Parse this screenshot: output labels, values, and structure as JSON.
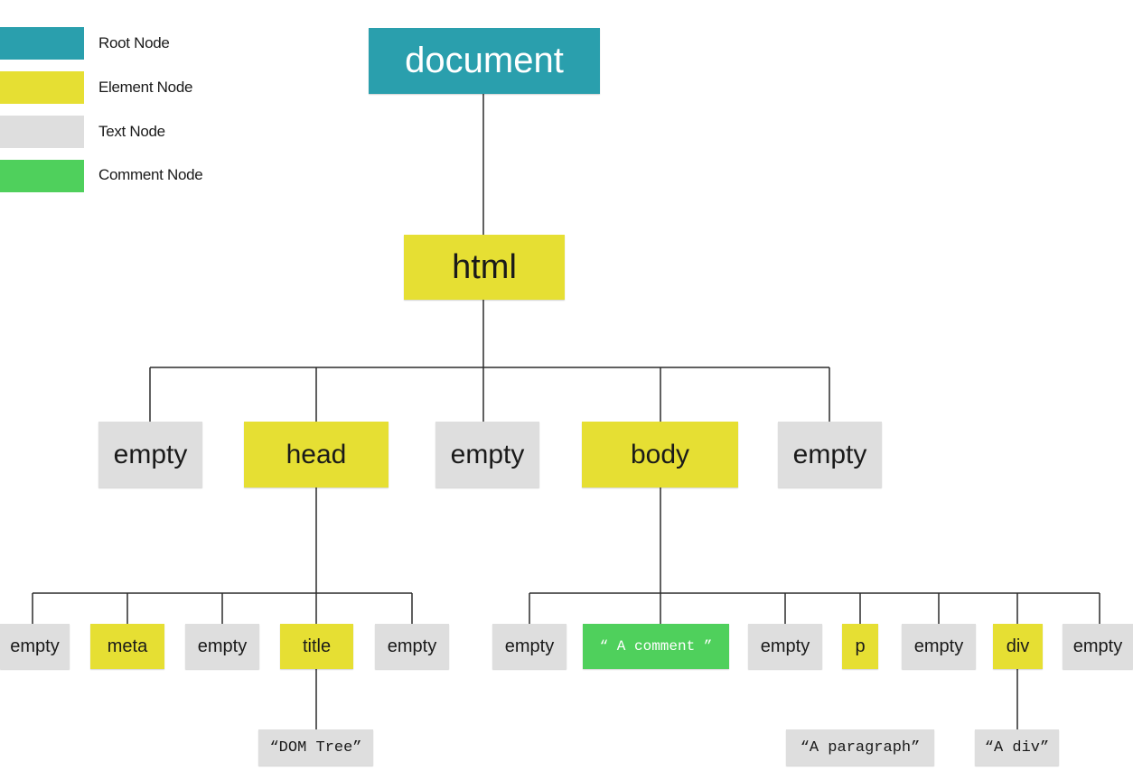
{
  "legend": {
    "root": {
      "label": "Root Node",
      "color": "#2a9fad"
    },
    "element": {
      "label": "Element Node",
      "color": "#e6df33"
    },
    "text": {
      "label": "Text Node",
      "color": "#dedede"
    },
    "comment": {
      "label": "Comment Node",
      "color": "#4fd05c"
    }
  },
  "tree": {
    "document": "document",
    "html": "html",
    "level2": [
      "empty",
      "head",
      "empty",
      "body",
      "empty"
    ],
    "head_children": [
      "empty",
      "meta",
      "empty",
      "title",
      "empty"
    ],
    "body_children": [
      "empty",
      "“ A comment ”",
      "empty",
      "p",
      "empty",
      "div",
      "empty"
    ],
    "title_text": "“DOM Tree”",
    "p_text": "“A paragraph”",
    "div_text": "“A div”"
  }
}
